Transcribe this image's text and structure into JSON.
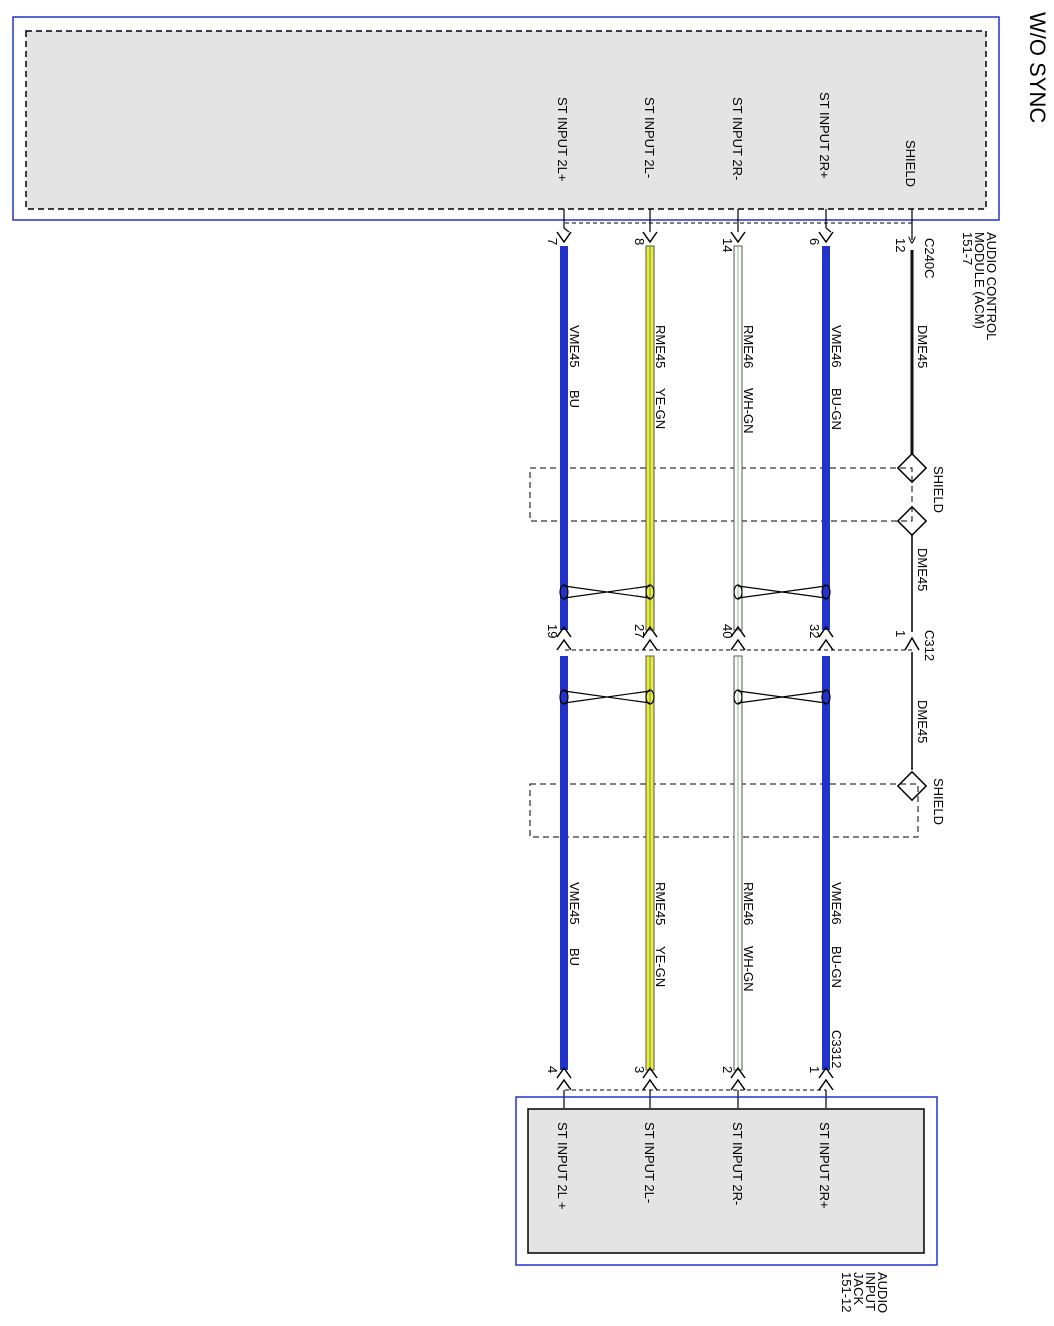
{
  "title": "W/O SYNC",
  "acm": {
    "name_lines": [
      "AUDIO CONTROL",
      "MODULE (ACM)",
      "151-7"
    ],
    "connector": "C240C",
    "pin_labels": [
      "SHIELD",
      "ST INPUT 2R+",
      "ST INPUT 2R-",
      "ST INPUT 2L-",
      "ST INPUT 2L+"
    ],
    "pins": [
      "12",
      "6",
      "14",
      "8",
      "7"
    ]
  },
  "wires": [
    {
      "id": "shield",
      "circuit": "DME45",
      "color_code": "",
      "color": "#111111"
    },
    {
      "id": "r_plus",
      "circuit": "VME46",
      "color_code": "BU-GN",
      "color": "#2233cc"
    },
    {
      "id": "r_minus",
      "circuit": "RME46",
      "color_code": "WH-GN",
      "color": "#ffffff"
    },
    {
      "id": "l_minus",
      "circuit": "RME45",
      "color_code": "YE-GN",
      "color": "#f2ea3a"
    },
    {
      "id": "l_plus",
      "circuit": "VME45",
      "color_code": "BU",
      "color": "#2233cc"
    }
  ],
  "shield_label": "SHIELD",
  "shield_circuit": "DME45",
  "c312": {
    "name": "C312",
    "pins": [
      "1",
      "32",
      "40",
      "27",
      "19"
    ]
  },
  "jack": {
    "connector": "C3312",
    "pins": [
      "1",
      "2",
      "3",
      "4"
    ],
    "pin_labels": [
      "ST INPUT 2R+",
      "ST INPUT 2R-",
      "ST INPUT 2L-",
      "ST INPUT 2L +"
    ],
    "name_lines": [
      "AUDIO",
      "INPUT",
      "JACK",
      "151-12"
    ]
  },
  "colors": {
    "frame_blue": "#2233cc",
    "fill_gray": "#e4e4e4"
  }
}
